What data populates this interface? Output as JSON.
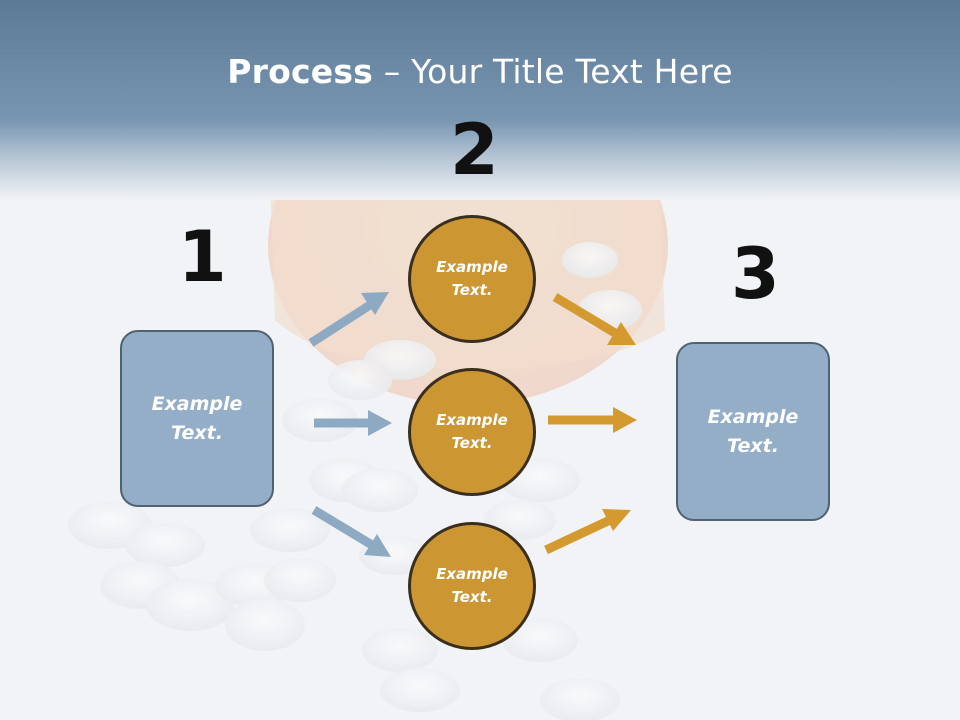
{
  "title": {
    "bold": "Process",
    "rest": " – Your Title Text Here"
  },
  "steps": [
    {
      "number": "1",
      "label": "Example\nText."
    },
    {
      "number": "2",
      "label": "Example\nText."
    },
    {
      "number": "3",
      "label": "Example\nText."
    }
  ],
  "circles": [
    {
      "label": "Example\nText."
    },
    {
      "label": "Example\nText."
    },
    {
      "label": "Example\nText."
    }
  ],
  "colors": {
    "header": "#6f8fab",
    "box_fill": "#93aec6",
    "circle_fill": "#cc9633",
    "arrow_blue": "#8eaac2",
    "arrow_gold": "#d49a30"
  }
}
